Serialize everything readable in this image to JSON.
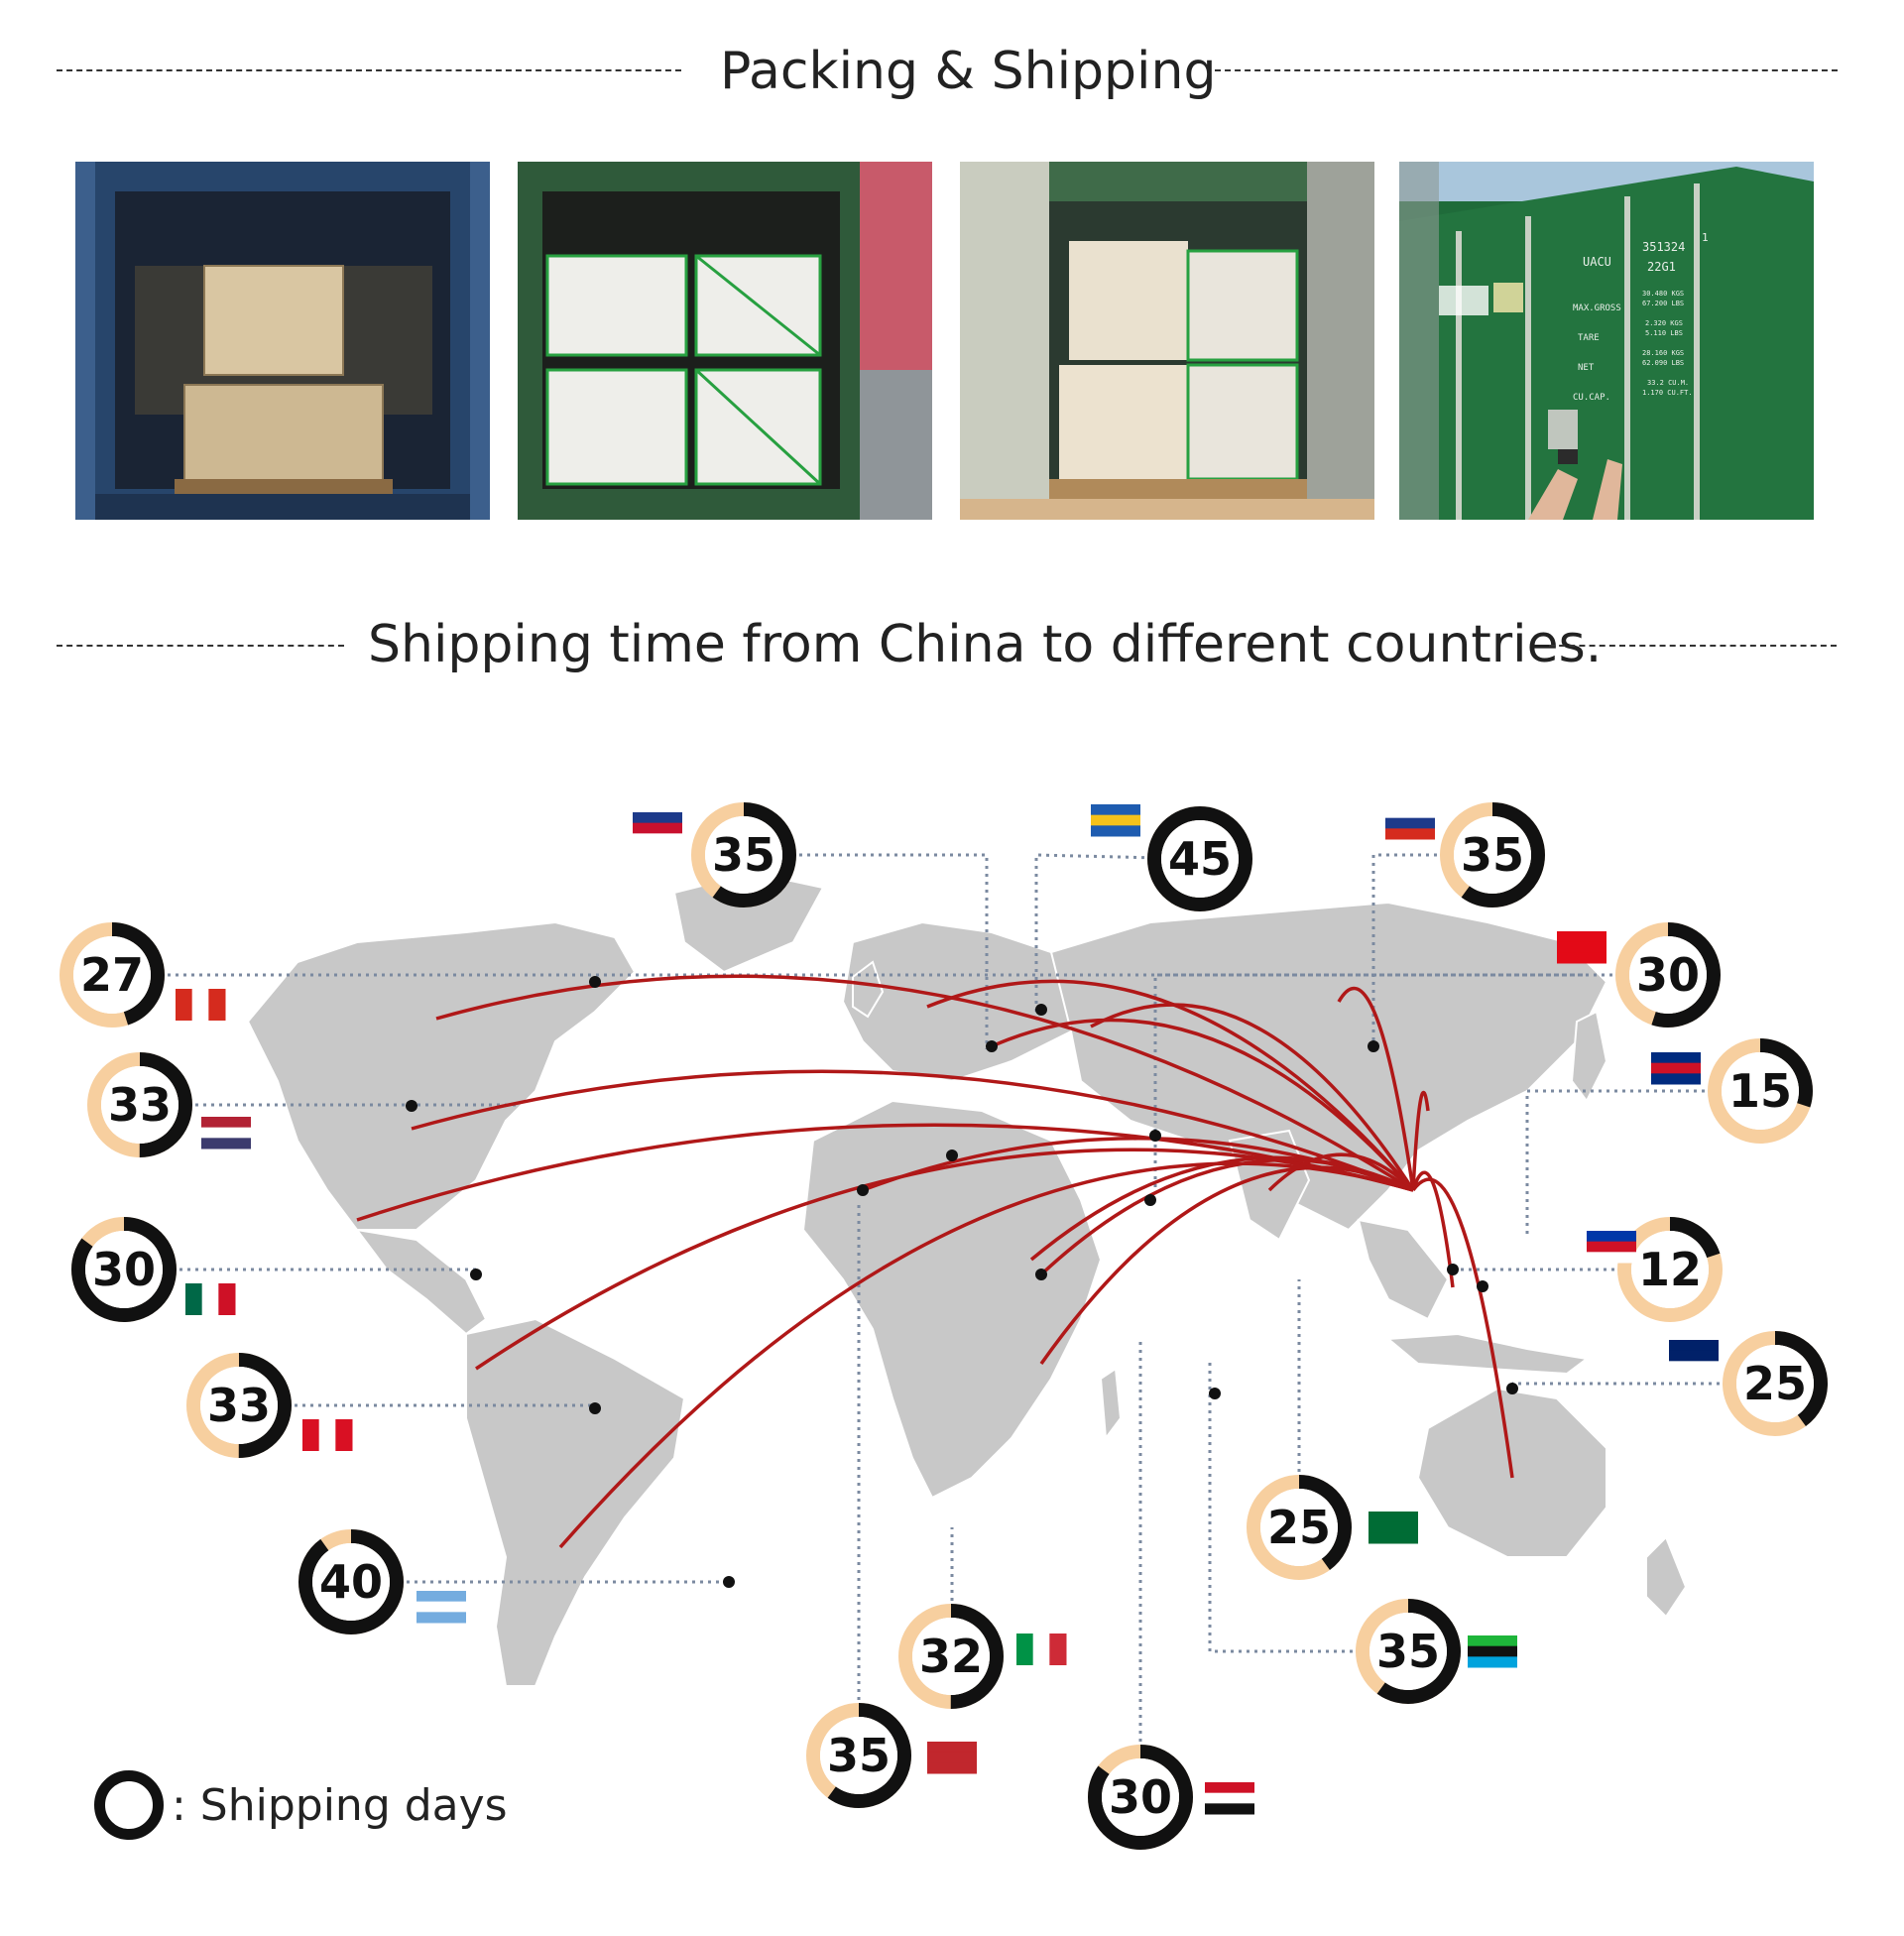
{
  "packing_title": "Packing & Shipping",
  "shipping_title": "Shipping time from China to different countries.",
  "photos": [
    {
      "name": "container-blue-pallets"
    },
    {
      "name": "container-green-strapped-pallets"
    },
    {
      "name": "container-open-pallets"
    },
    {
      "name": "container-door-closed",
      "door_text": {
        "prefix": "UACU",
        "number": "351324",
        "check": "1",
        "type_code": "22G1",
        "max_gross_label": "MAX.GROSS",
        "max_gross_kgs": "30.480 KGS",
        "max_gross_lbs": "67.200 LBS",
        "tare_label": "TARE",
        "tare_kgs": "2.320 KGS",
        "tare_lbs": "5.110 LBS",
        "net_label": "NET",
        "net_kgs": "28.160 KGS",
        "net_lbs": "62.090 LBS",
        "cucap_label": "CU.CAP.",
        "cucap_cum": "33.2 CU.M.",
        "cucap_cuft": "1.170 CU.FT."
      }
    }
  ],
  "destinations": [
    {
      "country": "United Kingdom",
      "days": "35",
      "fraction": 0.6,
      "flag": "uk-flag"
    },
    {
      "country": "Sweden",
      "days": "45",
      "fraction": 1.0,
      "flag": "sweden-flag"
    },
    {
      "country": "Russia",
      "days": "35",
      "fraction": 0.6,
      "flag": "russia-flag"
    },
    {
      "country": "Canada",
      "days": "27",
      "fraction": 0.45,
      "flag": "canada-flag"
    },
    {
      "country": "Turkey",
      "days": "30",
      "fraction": 0.55,
      "flag": "turkey-flag"
    },
    {
      "country": "United States",
      "days": "33",
      "fraction": 0.5,
      "flag": "usa-flag"
    },
    {
      "country": "Costa Rica",
      "days": "15",
      "fraction": 0.3,
      "flag": "costa-rica-flag"
    },
    {
      "country": "Mexico",
      "days": "30",
      "fraction": 0.85,
      "flag": "mexico-flag"
    },
    {
      "country": "Philippines",
      "days": "12",
      "fraction": 0.2,
      "flag": "philippines-flag"
    },
    {
      "country": "Peru",
      "days": "33",
      "fraction": 0.5,
      "flag": "peru-flag"
    },
    {
      "country": "Australia",
      "days": "25",
      "fraction": 0.4,
      "flag": "australia-flag"
    },
    {
      "country": "Saudi Arabia",
      "days": "25",
      "fraction": 0.4,
      "flag": "saudi-flag"
    },
    {
      "country": "Argentina",
      "days": "40",
      "fraction": 0.9,
      "flag": "argentina-flag"
    },
    {
      "country": "Italy",
      "days": "32",
      "fraction": 0.5,
      "flag": "italy-flag"
    },
    {
      "country": "Tanzania",
      "days": "35",
      "fraction": 0.6,
      "flag": "tanzania-flag"
    },
    {
      "country": "Morocco",
      "days": "35",
      "fraction": 0.6,
      "flag": "morocco-flag"
    },
    {
      "country": "Egypt",
      "days": "30",
      "fraction": 0.85,
      "flag": "egypt-flag"
    }
  ],
  "legend": {
    "text": ": Shipping days",
    "icon": "ring-icon"
  },
  "colors": {
    "route": "#b01818",
    "ring_dark": "#111111",
    "ring_light": "#f7cf9f",
    "land": "#c8c8c8",
    "dots": "#7b8aa0"
  }
}
